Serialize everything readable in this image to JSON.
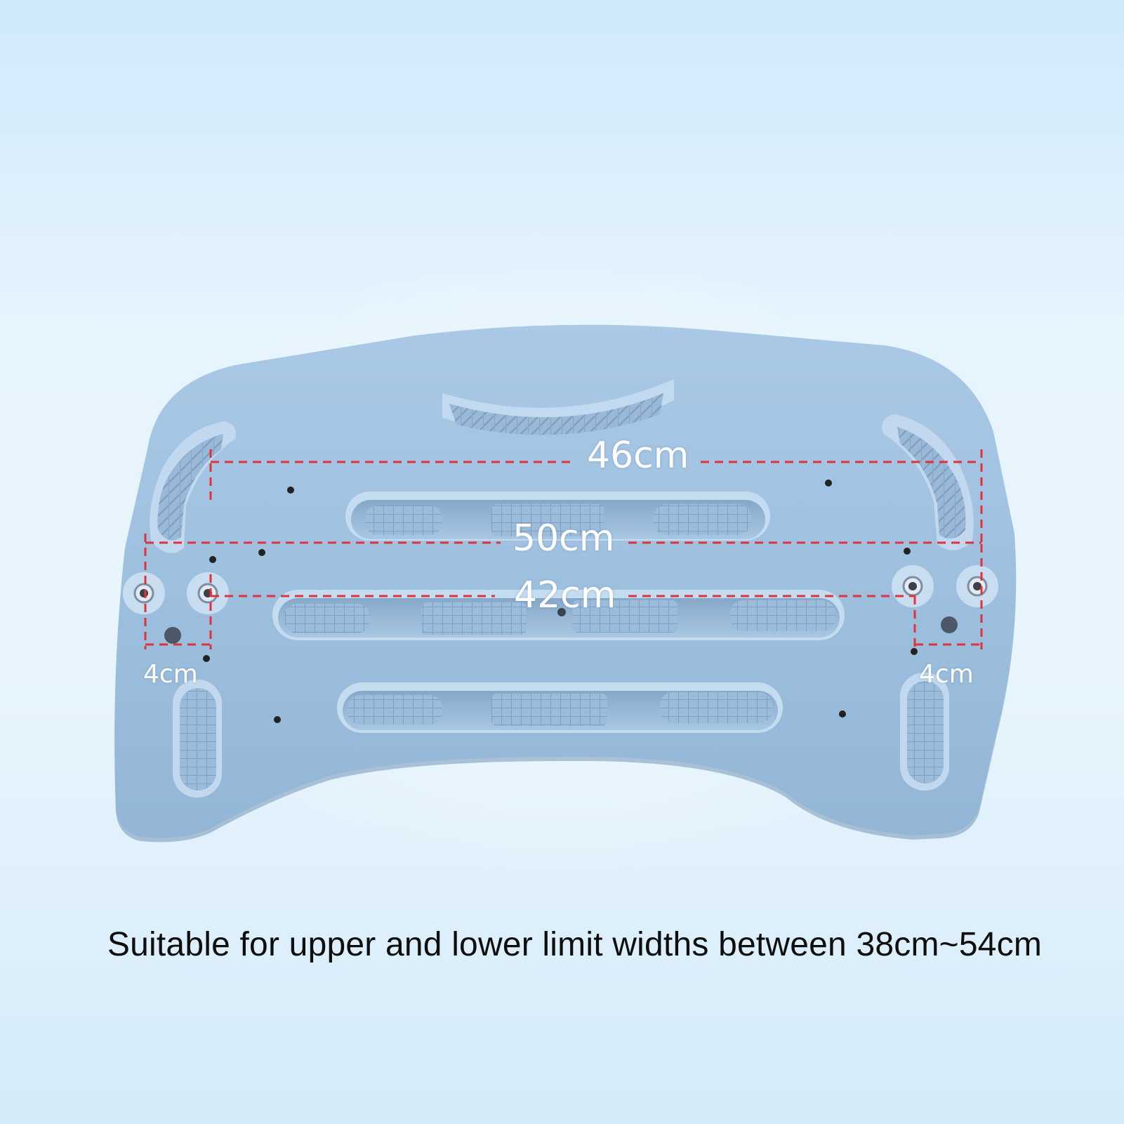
{
  "image": {
    "product": "blue plastic seat board",
    "background_color": "#dcefFb",
    "board_color": "#9dbfdd"
  },
  "dimensions": {
    "upper": "46cm",
    "middle": "50cm",
    "lower": "42cm",
    "offset_left": "4cm",
    "offset_right": "4cm",
    "line_color": "#e0323a"
  },
  "caption": "Suitable for upper and lower limit widths between 38cm~54cm"
}
